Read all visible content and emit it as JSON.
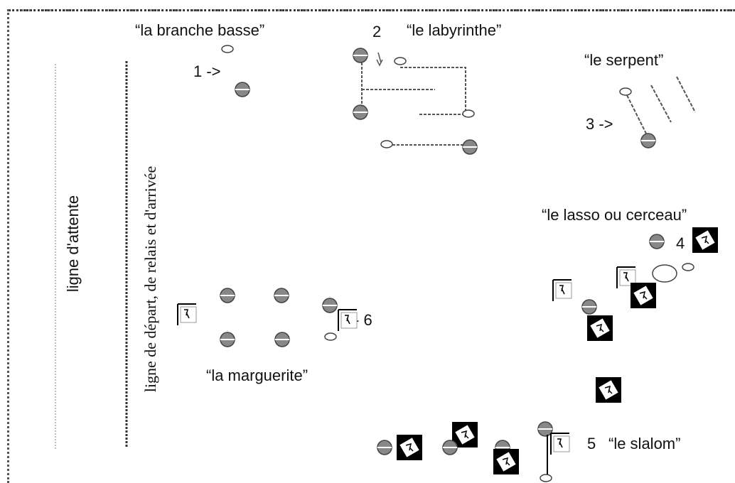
{
  "lines": {
    "waiting_line": "ligne d'attente",
    "start_line": "ligne de départ, de relais et d'arrivée"
  },
  "stations": {
    "branch": {
      "number": "1 ->",
      "title": "“la branche basse”"
    },
    "labyrinth": {
      "number": "2",
      "title": "“le labyrinthe”"
    },
    "snake": {
      "number": "3 ->",
      "title": "“le serpent”"
    },
    "lasso": {
      "number": "4",
      "title": "“le lasso ou cerceau”"
    },
    "slalom": {
      "number": "5",
      "title": "“le slalom”"
    },
    "daisy": {
      "number": "- 6",
      "title": "“la marguerite”"
    }
  },
  "legend_symbols": {
    "filled": "cone",
    "open": "ring",
    "flag": "flag",
    "diamond_flag": "diamond-flag"
  },
  "colors": {
    "cone_fill": "#888888",
    "line": "#555555",
    "flag_black": "#000000"
  }
}
